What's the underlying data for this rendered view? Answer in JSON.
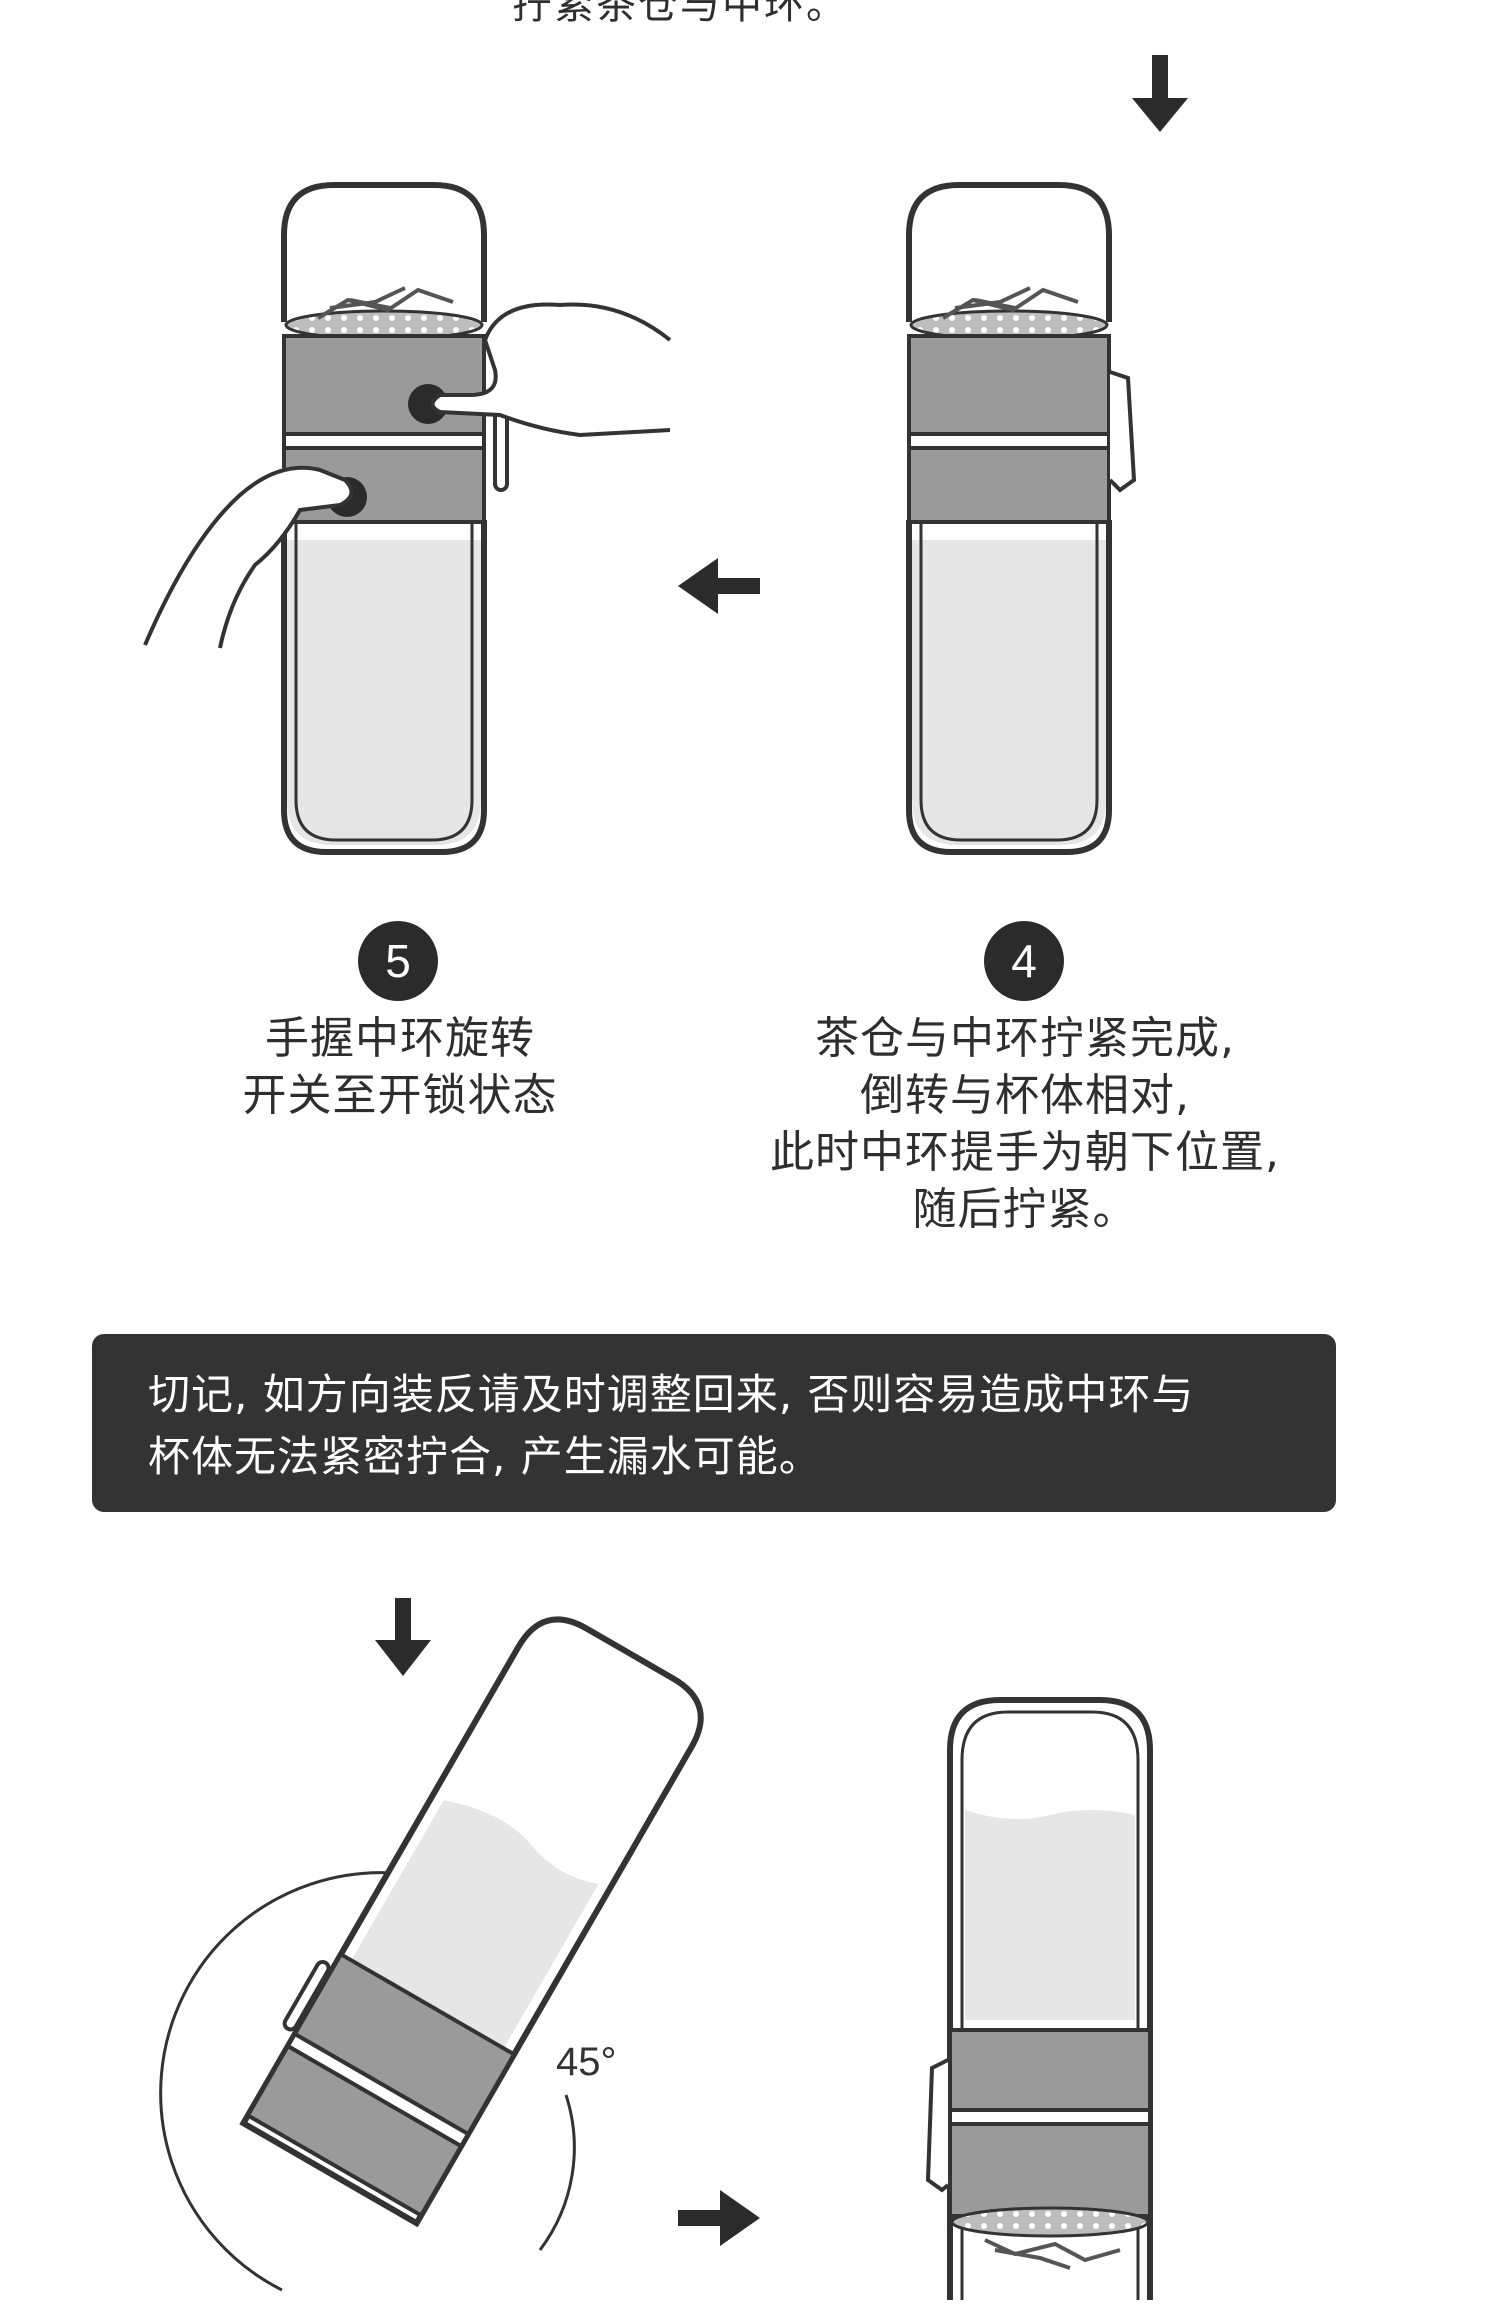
{
  "top_caption": "拧紧茶仓与中环。",
  "steps": [
    {
      "number": "5",
      "lines": [
        "手握中环旋转",
        "开关至开锁状态"
      ]
    },
    {
      "number": "4",
      "lines": [
        "茶仓与中环拧紧完成,",
        "倒转与杯体相对,",
        "此时中环提手为朝下位置,",
        "随后拧紧。"
      ]
    }
  ],
  "notice": {
    "lines": [
      "切记, 如方向装反请及时调整回来, 否则容易造成中环与",
      "杯体无法紧密拧合, 产生漏水可能。"
    ]
  },
  "angle_label": "45°",
  "icons": [
    "arrow-down-icon",
    "arrow-left-icon",
    "arrow-right-icon",
    "tea-bottle-illustration",
    "hand-icon"
  ],
  "colors": {
    "dark": "#2b2b2b",
    "band_gray": "#9a9a9a",
    "water": "#e6e6e6",
    "notice_bg": "#333333"
  }
}
